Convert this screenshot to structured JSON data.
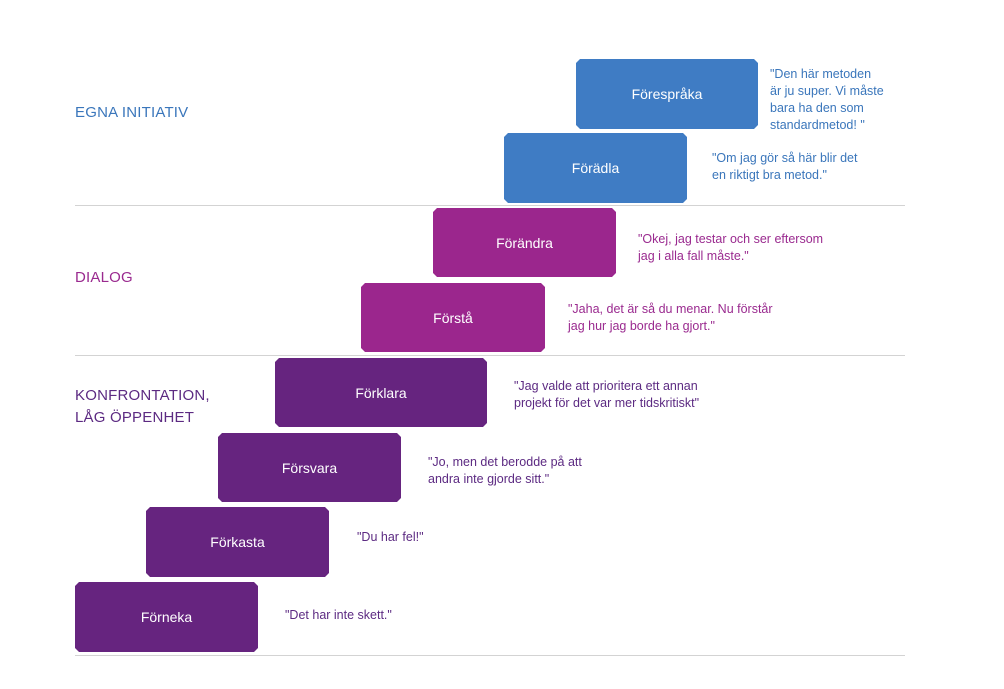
{
  "colors": {
    "blue": "#3f7cc4",
    "magenta": "#9b268d",
    "purple": "#66247f"
  },
  "sections": [
    {
      "label": "EGNA INITIATIV"
    },
    {
      "label": "DIALOG"
    },
    {
      "label": "KONFRONTATION,\nLÅG ÖPPENHET"
    }
  ],
  "steps": [
    {
      "label": "Förespråka",
      "quote": "\"Den här metoden\när ju super. Vi måste\nbara ha den som\nstandardmetod! \""
    },
    {
      "label": "Förädla",
      "quote": "\"Om jag gör så här blir det\nen riktigt bra metod.\""
    },
    {
      "label": "Förändra",
      "quote": "\"Okej, jag testar och ser eftersom\njag i alla fall måste.\""
    },
    {
      "label": "Förstå",
      "quote": "\"Jaha, det är så du menar. Nu förstår\njag hur jag borde ha gjort.\""
    },
    {
      "label": "Förklara",
      "quote": "\"Jag valde att prioritera ett annan\nprojekt för det var mer tidskritiskt\""
    },
    {
      "label": "Försvara",
      "quote": "\"Jo, men det berodde på att\nandra inte gjorde sitt.\""
    },
    {
      "label": "Förkasta",
      "quote": "\"Du har fel!\""
    },
    {
      "label": "Förneka",
      "quote": "\"Det har inte skett.\""
    }
  ]
}
